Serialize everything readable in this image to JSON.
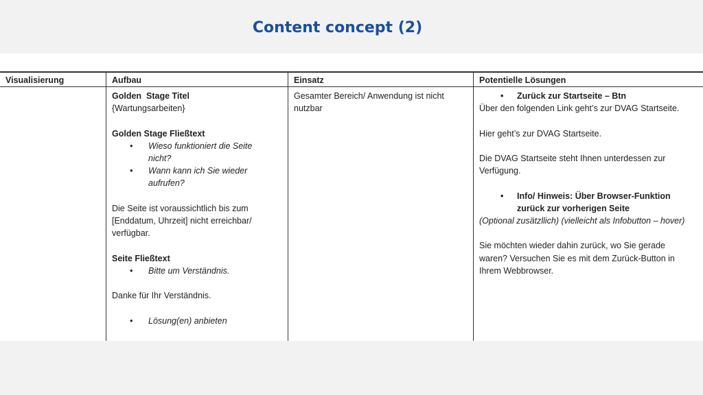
{
  "title": "Content concept (2)",
  "table": {
    "headers": [
      "Visualisierung",
      "Aufbau",
      "Einsatz",
      "Potentielle Lösungen"
    ],
    "aufbau": {
      "stage_title_label": "Golden  Stage Titel",
      "stage_title_value": "{Wartungsarbeiten}",
      "stage_text_label": "Golden Stage Fließtext",
      "stage_bullets": [
        "Wieso funktioniert die Seite nicht?",
        "Wann kann ich Sie wieder aufrufen?"
      ],
      "availability_text": "Die Seite ist voraussichtlich bis zum [Enddatum, Uhrzeit] nicht erreichbar/ verfügbar.",
      "page_text_label": "Seite Fließtext",
      "page_bullets": [
        "Bitte um Verständnis."
      ],
      "thanks": "Danke für Ihr Verständnis.",
      "solution_bullets": [
        "Lösung(en) anbieten"
      ]
    },
    "einsatz": "Gesamter Bereich/ Anwendung ist nicht nutzbar",
    "loesungen": {
      "bullet1": "Zurück zur Startseite – Btn",
      "text1": "Über den folgenden Link geht’s zur DVAG Startseite.",
      "text2": "Hier geht’s zur DVAG Startseite.",
      "text3": "Die DVAG Startseite steht Ihnen unterdessen zur Verfügung.",
      "bullet2": "Info/ Hinweis: Über Browser-Funktion zurück zur vorherigen Seite",
      "optional": "(Optional zusätzllich) (vielleicht als Infobutton – hover)",
      "text4": "Sie möchten wieder dahin zurück, wo Sie gerade waren? Versuchen Sie es mit dem Zurück-Button in Ihrem Webbrowser."
    }
  }
}
